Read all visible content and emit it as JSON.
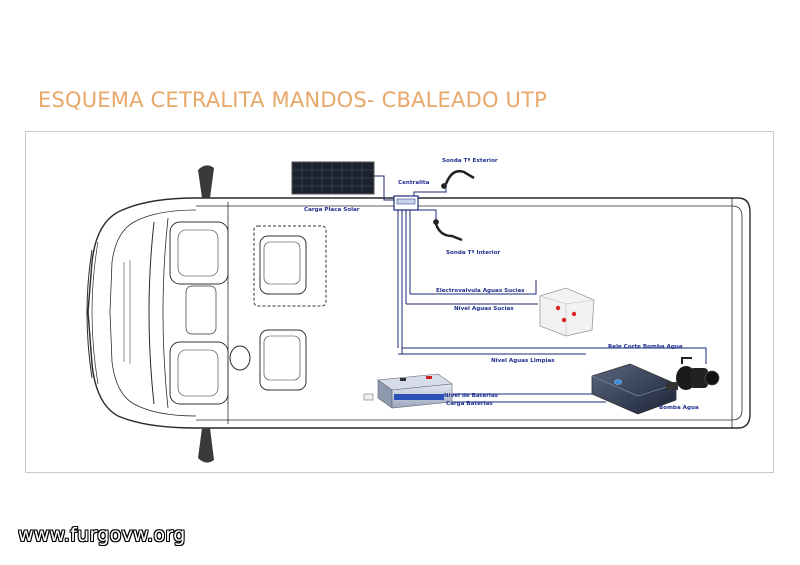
{
  "title": "ESQUEMA CETRALITA MANDOS- CBALEADO UTP",
  "watermark": "www.furgovw.org",
  "colors": {
    "title": "#e8a86a",
    "wire": "#1a2a7a",
    "label": "#1f2f8f",
    "van_outline": "#2a2a2a",
    "watermark_fill": "#ffffff"
  },
  "labels": {
    "centralita": "Centralita",
    "carga_placa_solar": "Carga Placa Solar",
    "sonda_exterior": "Sonda Tª Exterior",
    "sonda_interior": "Sonda Tª Interior",
    "electrovalvula": "Electrovalvula Aguas Sucias",
    "nivel_aguas_sucias": "Nivel Aguas Sucias",
    "rele_corte": "Rele Corte Bomba Agua",
    "nivel_aguas_limpias": "Nivel Aguas Limpias",
    "nivel_baterias": "Nivel de Baterias",
    "carga_baterias": "Carga Baterias",
    "bomba_agua": "Bomba Agua"
  },
  "components": [
    {
      "name": "solar-panel-icon"
    },
    {
      "name": "control-unit-icon"
    },
    {
      "name": "exterior-temp-probe-icon"
    },
    {
      "name": "interior-temp-probe-icon"
    },
    {
      "name": "grey-water-tank-icon"
    },
    {
      "name": "battery-icon"
    },
    {
      "name": "clean-water-tank-icon"
    },
    {
      "name": "water-pump-icon"
    }
  ]
}
